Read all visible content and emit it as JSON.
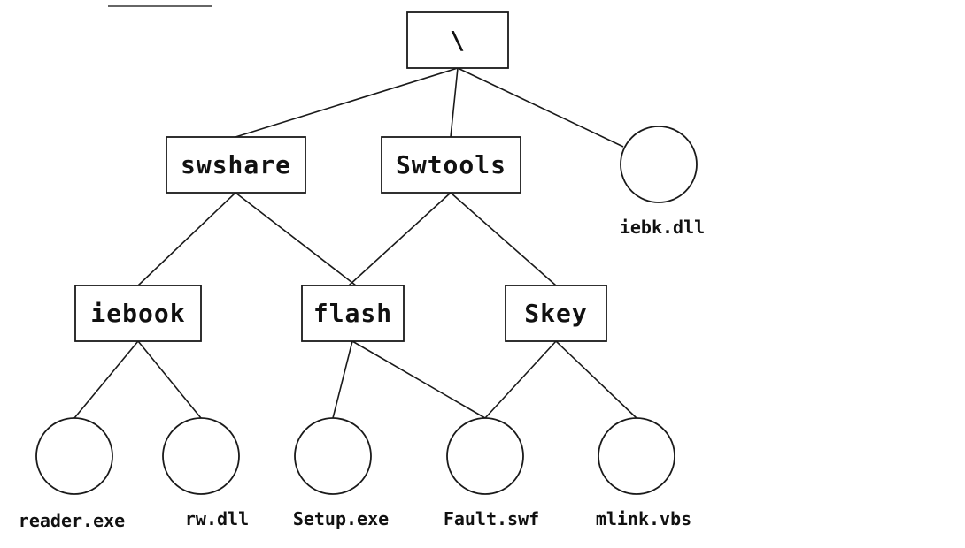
{
  "tree": {
    "root": {
      "id": "root",
      "label": "\\"
    },
    "directories": [
      {
        "id": "swshare",
        "label": "swshare"
      },
      {
        "id": "swtools",
        "label": "Swtools"
      },
      {
        "id": "iebook",
        "label": "iebook"
      },
      {
        "id": "flash",
        "label": "flash"
      },
      {
        "id": "skey",
        "label": "Skey"
      }
    ],
    "files": [
      {
        "id": "iebk",
        "label": "iebk.dll"
      },
      {
        "id": "reader",
        "label": "reader.exe"
      },
      {
        "id": "rw",
        "label": "rw.dll"
      },
      {
        "id": "setup",
        "label": "Setup.exe"
      },
      {
        "id": "fault",
        "label": "Fault.swf"
      },
      {
        "id": "mlink",
        "label": "mlink.vbs"
      }
    ],
    "edges": [
      [
        "root",
        "swshare"
      ],
      [
        "root",
        "swtools"
      ],
      [
        "root",
        "iebk"
      ],
      [
        "swshare",
        "iebook"
      ],
      [
        "swshare",
        "flash"
      ],
      [
        "swtools",
        "flash"
      ],
      [
        "swtools",
        "skey"
      ],
      [
        "iebook",
        "reader"
      ],
      [
        "iebook",
        "rw"
      ],
      [
        "flash",
        "setup"
      ],
      [
        "flash",
        "fault"
      ],
      [
        "skey",
        "fault"
      ],
      [
        "skey",
        "mlink"
      ]
    ]
  }
}
